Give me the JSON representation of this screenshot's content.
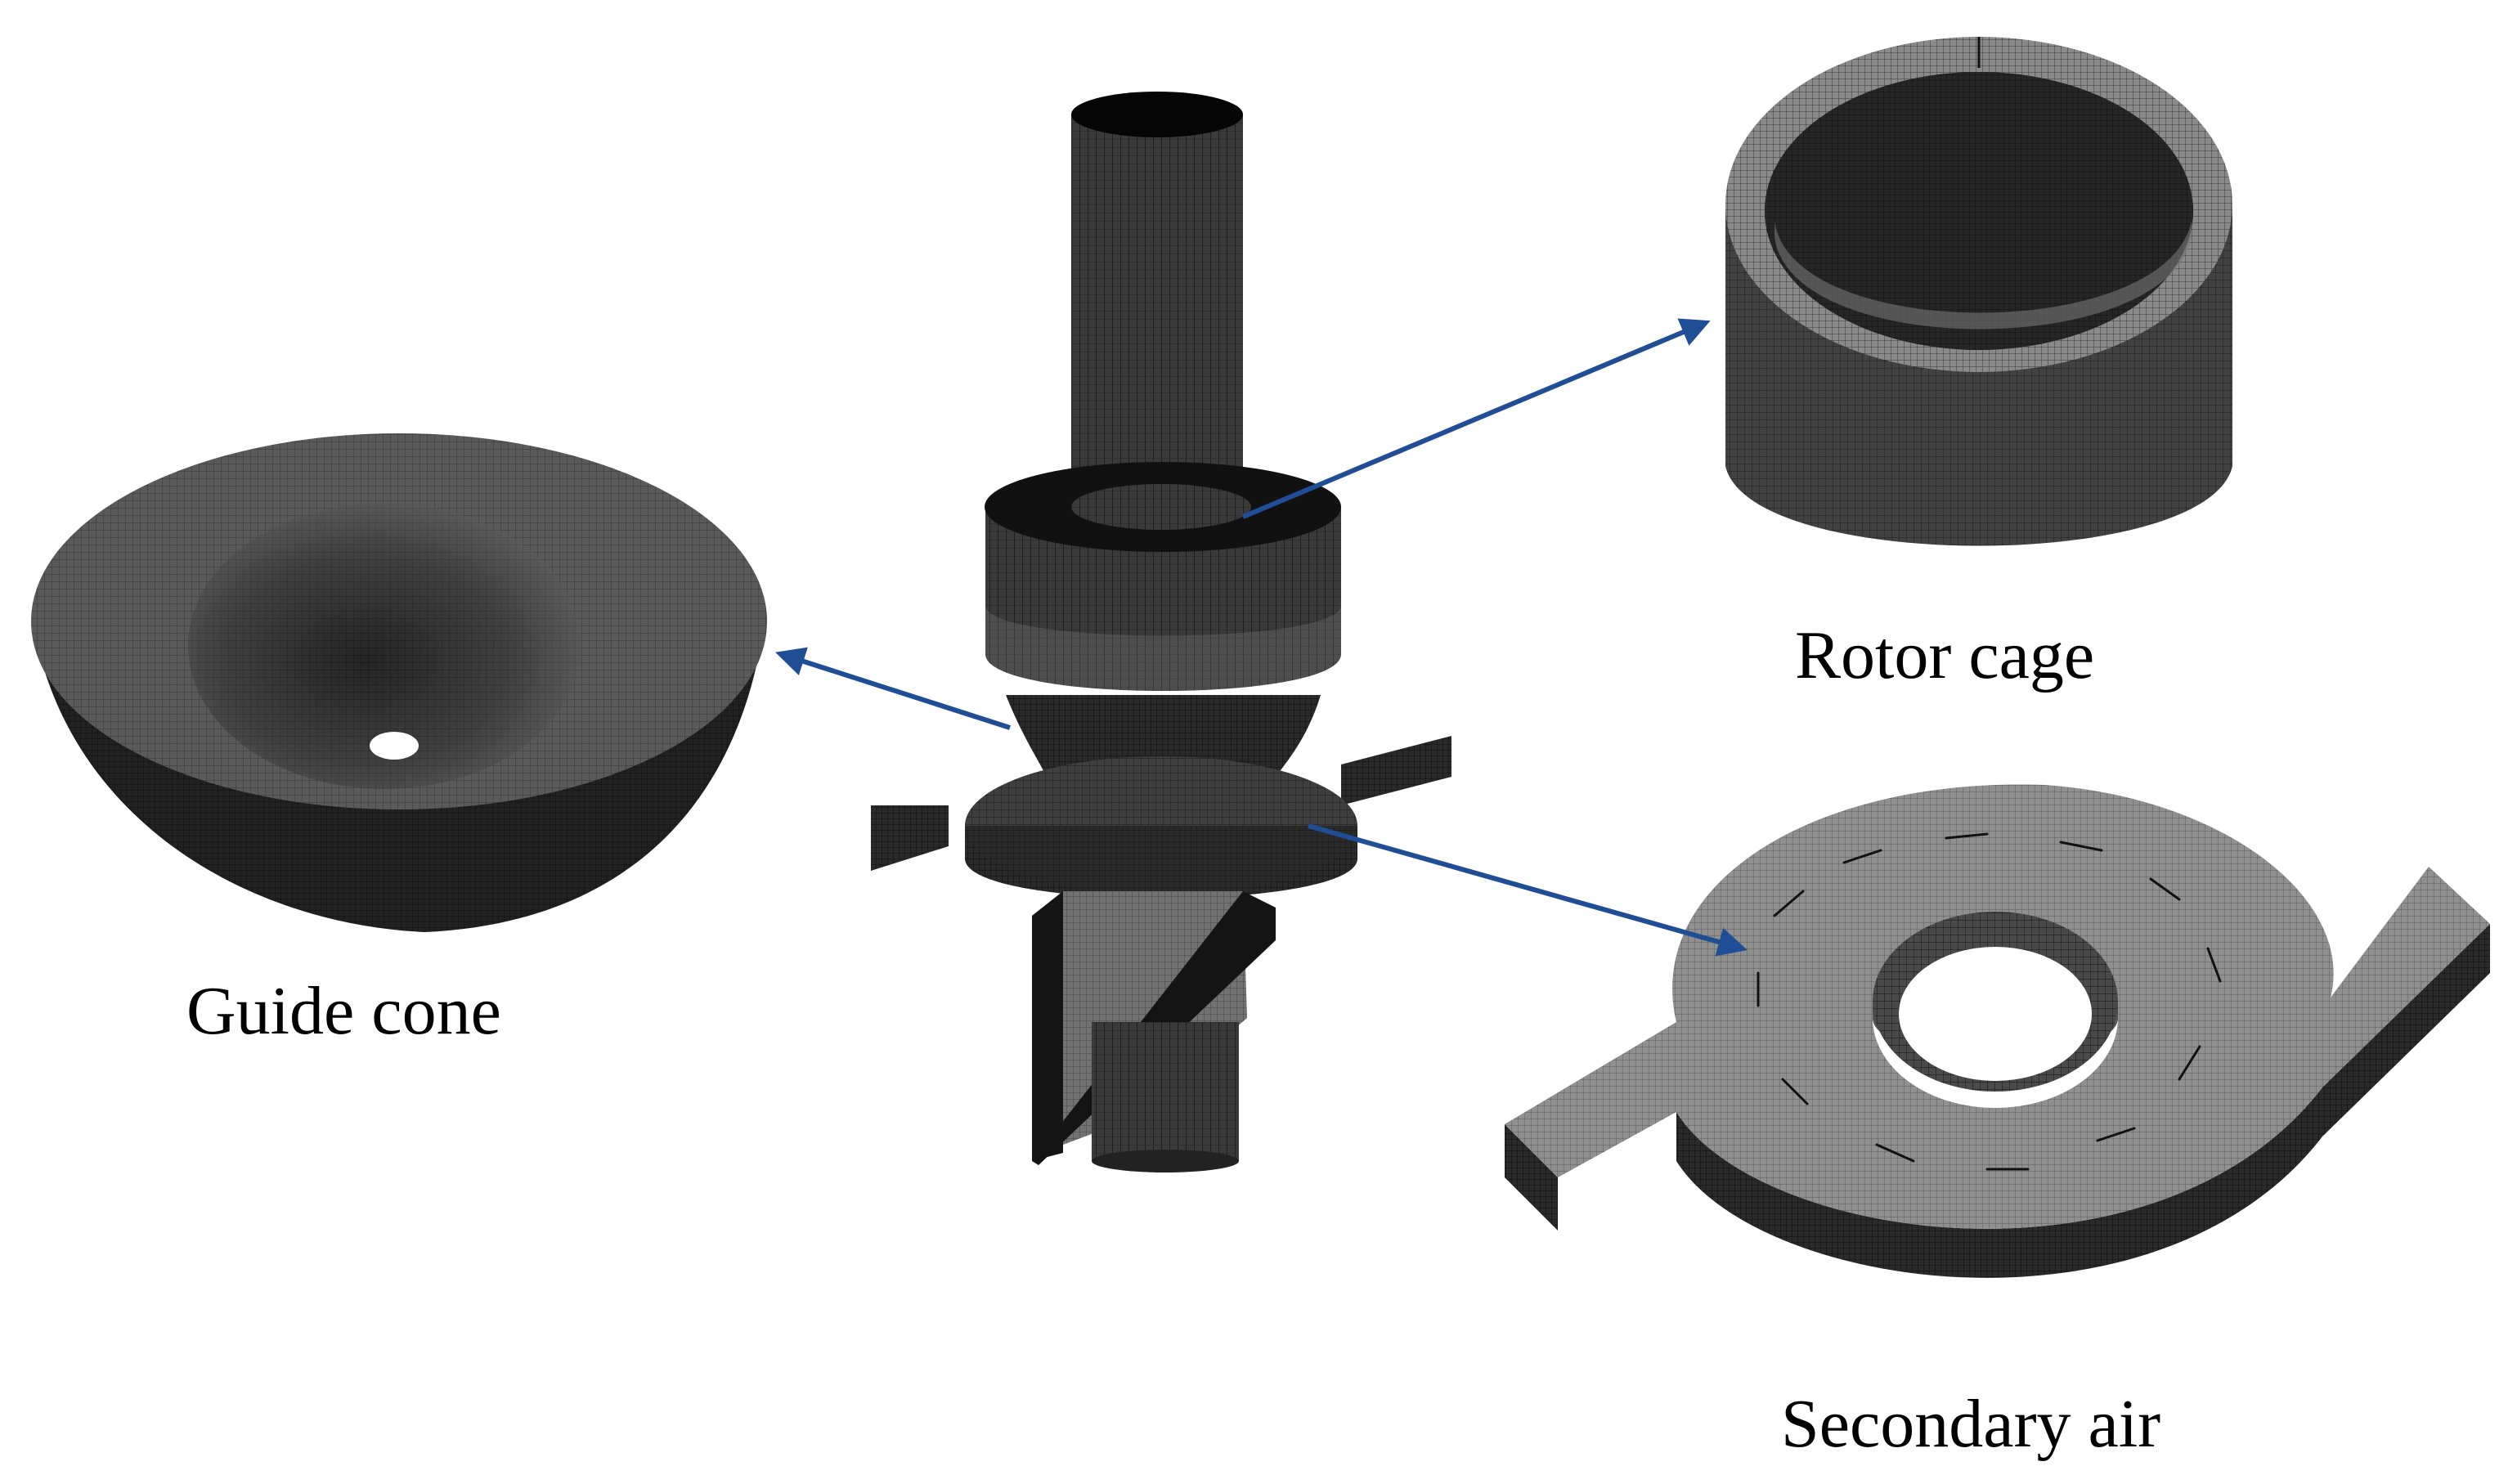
{
  "labels": {
    "guide_cone": "Guide cone",
    "rotor_cage": "Rotor cage",
    "secondary_air": "Secondary air"
  },
  "colors": {
    "arrow": "#1f4e96",
    "mesh_dark": "#1b1b1b",
    "mesh_mid": "#3c3c3c",
    "mesh_light": "#6a6a6a",
    "background": "#ffffff"
  },
  "icons": {
    "arrows": [
      "arrow-to-guide-cone",
      "arrow-to-rotor-cage",
      "arrow-to-secondary-air"
    ]
  }
}
